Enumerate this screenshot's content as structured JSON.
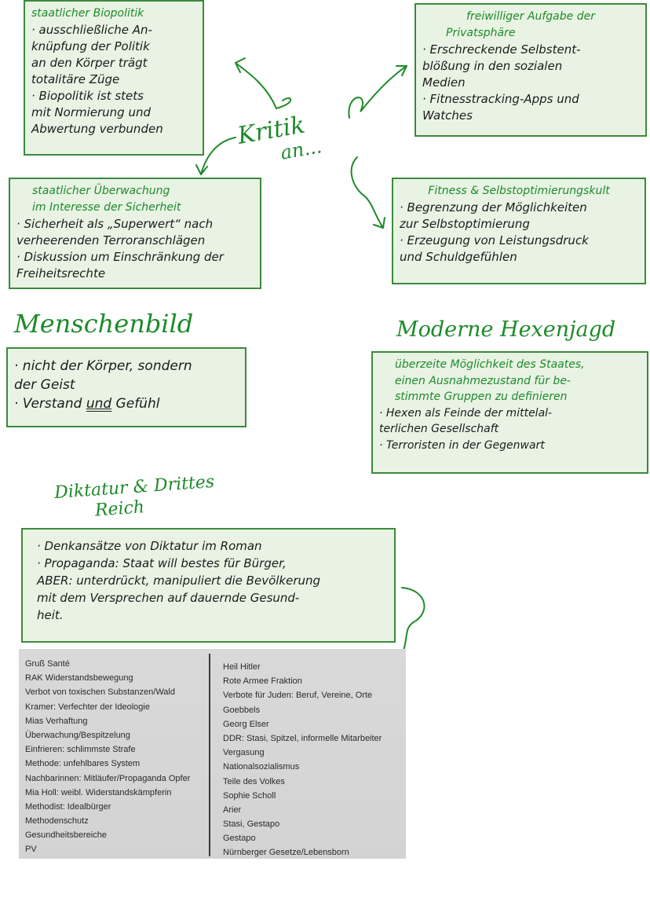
{
  "boxes": {
    "staatliche_biopolitik": {
      "title": "staatlicher Biopolitik",
      "lines": [
        "· ausschließliche An-",
        "knüpfung der Politik",
        "an den Körper trägt",
        "totalitäre Züge",
        "· Biopolitik ist stets",
        "mit Normierung und",
        "Abwertung verbunden"
      ]
    },
    "freiwillige_aufgabe": {
      "title_lines": [
        "freiwilliger Aufgabe der",
        "Privatsphäre"
      ],
      "lines": [
        "· Erschreckende Selbstent-",
        "blößung in den sozialen",
        "Medien",
        "· Fitnesstracking-Apps und",
        "Watches"
      ]
    },
    "staatliche_ueberwachung": {
      "title_lines": [
        "staatlicher Überwachung",
        "im Interesse der Sicherheit"
      ],
      "lines": [
        "· Sicherheit als „Superwert“ nach",
        "verheerenden Terroranschlägen",
        "· Diskussion um Einschränkung der",
        "Freiheitsrechte"
      ]
    },
    "fitness_kult": {
      "title": "Fitness & Selbstoptimierungskult",
      "lines": [
        "· Begrenzung der Möglichkeiten",
        "zur Selbstoptimierung",
        "· Erzeugung von Leistungsdruck",
        "und Schuldgefühlen"
      ]
    },
    "menschenbild": {
      "lines": [
        "· nicht der Körper, sondern",
        "der Geist"
      ],
      "last_prefix": "· Verstand ",
      "last_underlined": "und",
      "last_suffix": " Gefühl"
    },
    "hexenjagd": {
      "green_lines": [
        "überzeite Möglichkeit des Staates,",
        "einen Ausnahmezustand für be-",
        "stimmte Gruppen zu definieren"
      ],
      "lines": [
        "· Hexen als Feinde der mittelal-",
        "terlichen Gesellschaft",
        "· Terroristen in der Gegenwart"
      ]
    },
    "diktatur": {
      "lines": [
        "· Denkansätze von Diktatur im Roman",
        "· Propaganda: Staat will bestes für Bürger,",
        "ABER: unterdrückt, manipuliert die Bevölkerung",
        "mit dem Versprechen auf dauernde Gesund-",
        "heit."
      ]
    }
  },
  "center_label": {
    "line1": "Kritik",
    "line2": "an..."
  },
  "headings": {
    "menschenbild": "Menschenbild",
    "hexenjagd": "Moderne Hexenjagd",
    "diktatur_line1": "Diktatur & Drittes",
    "diktatur_line2": "Reich"
  },
  "comparison_table": {
    "left": [
      "Gruß Santé",
      "RAK Widerstandsbewegung",
      "Verbot von toxischen Substanzen/Wald",
      "Kramer: Verfechter der Ideologie",
      "Mias Verhaftung",
      "Überwachung/Bespitzelung",
      "Einfrieren: schlimmste Strafe",
      "Methode: unfehlbares System",
      "Nachbarinnen: Mitläufer/Propaganda Opfer",
      "Mia Holl: weibl. Widerstandskämpferin",
      "Methodist: Idealbürger",
      "Methodenschutz",
      "Gesundheitsbereiche",
      "PV"
    ],
    "right": [
      "Heil Hitler",
      "Rote Armee Fraktion",
      "Verbote für Juden: Beruf, Vereine, Orte",
      "Goebbels",
      "Georg Elser",
      "DDR: Stasi, Spitzel, informelle Mitarbeiter",
      "Vergasung",
      "Nationalsozialismus",
      "Teile des Volkes",
      "Sophie Scholl",
      "Arier",
      "Stasi, Gestapo",
      "Gestapo",
      "Nürnberger Gesetze/Lebensborn"
    ]
  }
}
